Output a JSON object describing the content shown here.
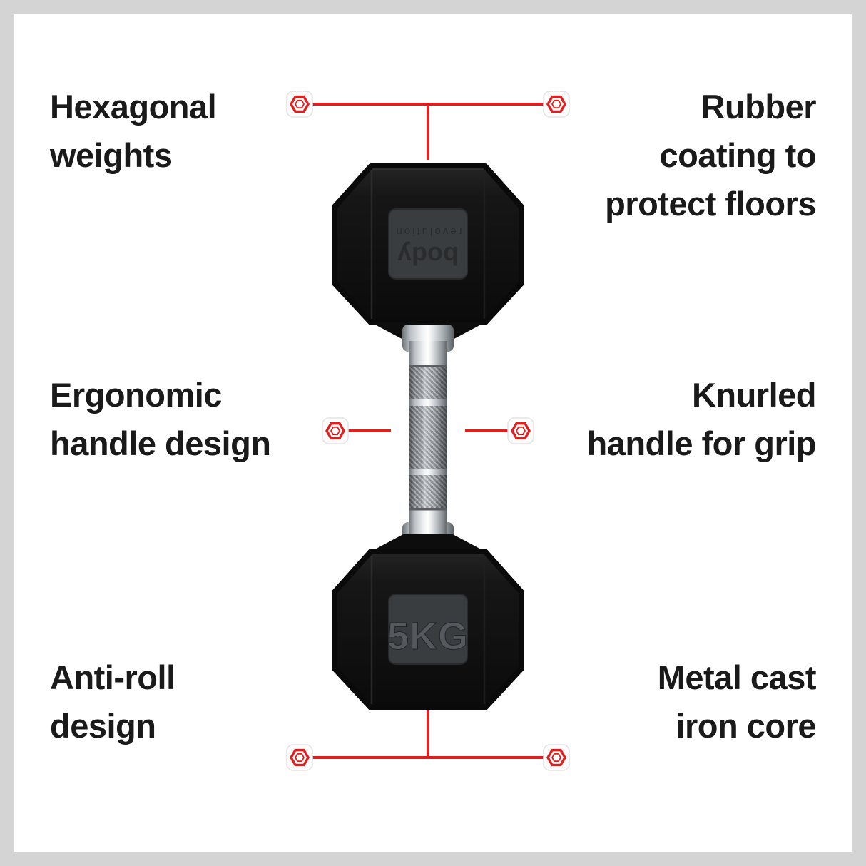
{
  "colors": {
    "accent": "#e0201f",
    "text": "#1a1a1a",
    "frame": "#d4d4d4",
    "background": "#ffffff"
  },
  "icons": {
    "callout_marker": "hex-nut-icon"
  },
  "features": [
    {
      "name": "hexagonal-weights",
      "position": "top-left",
      "label": "Hexagonal\nweights"
    },
    {
      "name": "rubber-coating",
      "position": "top-right",
      "label": "Rubber\ncoating to\nprotect floors"
    },
    {
      "name": "ergonomic-handle",
      "position": "middle-left",
      "label": "Ergonomic\nhandle design"
    },
    {
      "name": "knurled-handle",
      "position": "middle-right",
      "label": "Knurled\nhandle for grip"
    },
    {
      "name": "anti-roll-design",
      "position": "bottom-left",
      "label": "Anti-roll\ndesign"
    },
    {
      "name": "metal-core",
      "position": "bottom-right",
      "label": "Metal cast\niron core"
    }
  ],
  "product": {
    "weight_label": "5KG",
    "brand_line1": "body",
    "brand_line2": "revolution"
  }
}
